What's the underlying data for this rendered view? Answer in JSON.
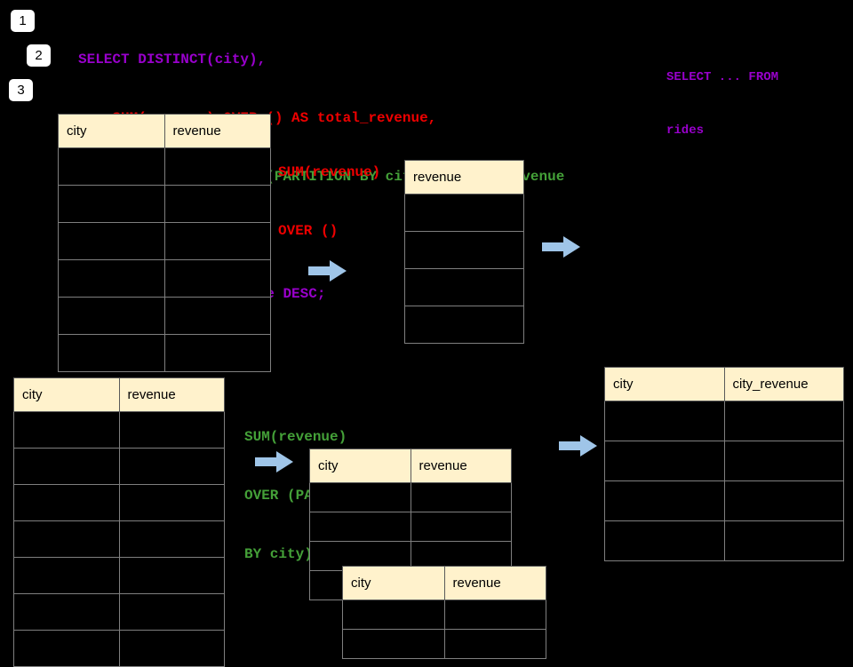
{
  "palette": {
    "background": "#000000",
    "purple": "#9900CC",
    "red": "#EE0000",
    "green": "#44A038",
    "table_header_fill": "#FFF2CC",
    "table_border": "#7F7F7F",
    "header_border": "#5A5A5A",
    "arrow_fill": "#9FC5E8",
    "badge_fill": "#FFFFFF",
    "badge_text": "#000000"
  },
  "step_badges": [
    "1",
    "2",
    "3"
  ],
  "sql_code": {
    "lines": [
      {
        "text": "SELECT DISTINCT(city),",
        "color": "#9900CC"
      },
      {
        "text": "    SUM(revenue) OVER () AS total_revenue,",
        "color": "#EE0000"
      },
      {
        "text": "    SUM(revenue) OVER (PARTITION BY city) as city_revenue",
        "color": "#44A038"
      },
      {
        "text": "  FROM rides",
        "color": "#9900CC"
      },
      {
        "text": "  ORDER by city_revenue DESC;",
        "color": "#9900CC"
      }
    ]
  },
  "from_note": {
    "lines": [
      {
        "text": "SELECT ... FROM",
        "color": "#9900CC"
      },
      {
        "text": "rides",
        "color": "#9900CC"
      }
    ]
  },
  "annotation_total": {
    "lines": [
      {
        "text": "SUM(revenue)",
        "color": "#EE0000"
      },
      {
        "text": "OVER ()",
        "color": "#EE0000"
      }
    ]
  },
  "annotation_partition": {
    "lines": [
      {
        "text": "SUM(revenue)",
        "color": "#44A038"
      },
      {
        "text": "OVER (PARTITION",
        "color": "#44A038"
      },
      {
        "text": "BY city)",
        "color": "#44A038"
      }
    ]
  },
  "tables": {
    "source_full": {
      "headers": [
        "city",
        "revenue"
      ],
      "empty_row_count": 6
    },
    "total_result": {
      "headers": [
        "revenue"
      ],
      "empty_row_count": 4
    },
    "source_partition": {
      "headers": [
        "city",
        "revenue"
      ],
      "empty_row_count": 7
    },
    "partition_group_a": {
      "headers": [
        "city",
        "revenue"
      ],
      "empty_row_count": 4
    },
    "partition_group_b": {
      "headers": [
        "city",
        "revenue"
      ],
      "empty_row_count": 2
    },
    "city_revenue_result": {
      "headers": [
        "city",
        "city_revenue"
      ],
      "empty_row_count": 4
    }
  },
  "icons": {
    "flow_arrow": "arrow-right"
  }
}
